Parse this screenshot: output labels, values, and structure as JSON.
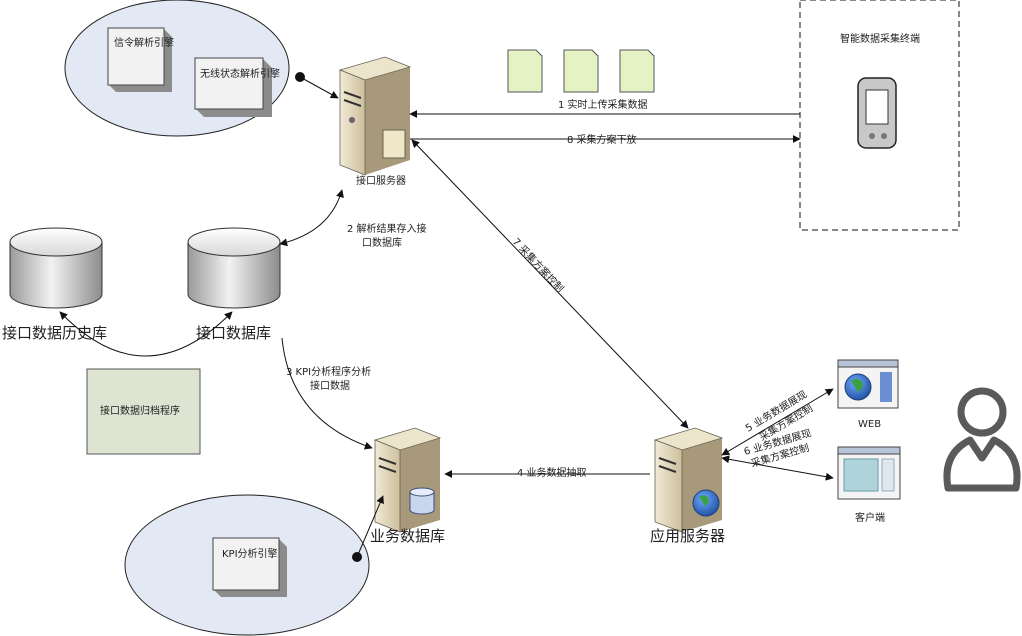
{
  "nodes": {
    "signal_engine": "信令解析引擎",
    "wireless_engine": "无线状态解析引擎",
    "interface_server": "接口服务器",
    "terminal_label": "智能数据采集终端",
    "history_db": "接口数据历史库",
    "interface_db": "接口数据库",
    "archive_program": "接口数据归档程序",
    "business_db": "业务数据库",
    "kpi_engine": "KPI分析引擎",
    "app_server": "应用服务器",
    "web_client": "WEB",
    "desktop_client": "客户端"
  },
  "edges": {
    "e1": "1 实时上传采集数据",
    "e8": "8 采集方案下放",
    "e2_line1": "2 解析结果存入接",
    "e2_line2": "口数据库",
    "e3_line1": "3 KPI分析程序分析",
    "e3_line2": "接口数据",
    "e4": "4 业务数据抽取",
    "e7": "7 采集方案控制",
    "e5_line1": "5 业务数据展现",
    "e5_line2": "采集方案控制",
    "e6_line1": "6 业务数据展现",
    "e6_line2": "采集方案控制"
  },
  "colors": {
    "ellipse_fill": "#e2e8f4",
    "box_fill": "#f0f0f0",
    "archive_fill": "#dde5d2",
    "doc_fill": "#e4f2c4",
    "server_fill": "#e2d8bf",
    "line": "#333333",
    "person": "#5a5a5a"
  },
  "icons": [
    "document-icon",
    "server-icon",
    "database-icon",
    "handheld-device-icon",
    "browser-window-icon",
    "globe-icon",
    "person-icon"
  ]
}
